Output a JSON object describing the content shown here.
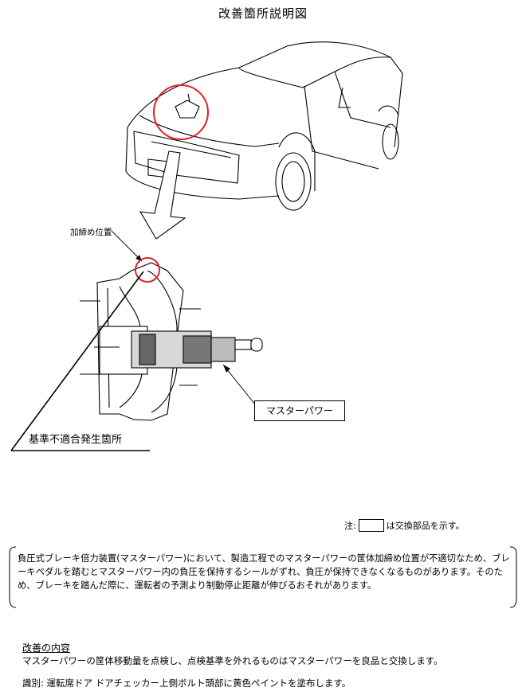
{
  "title": "改善箇所説明図",
  "labels": {
    "tighten_position": "加締め位置",
    "nonconformity_location": "基準不適合発生箇所",
    "master_power": "マスターパワー"
  },
  "note": {
    "prefix": "注:",
    "suffix": "は交換部品を示す。"
  },
  "description": "負圧式ブレーキ倍力装置(マスターパワー)において、製造工程でのマスターパワーの筐体加締め位置が不適切なため、ブレーキペダルを踏むとマスターパワー内の負圧を保持するシールがずれ、負圧が保持できなくなるものがあります。そのため、ブレーキを踏んだ際に、運転者の予測より制動停止距離が伸びるおそれがあります。",
  "improvement": {
    "heading": "改善の内容",
    "text": "マスターパワーの筐体移動量を点検し、点検基準を外れるものはマスターパワーを良品と交換します。",
    "identification": "識別: 運転席ドア ドアチェッカー上側ボルト頭部に黄色ペイントを塗布します。"
  },
  "colors": {
    "highlight_circle": "#e0202a",
    "line": "#000000"
  }
}
